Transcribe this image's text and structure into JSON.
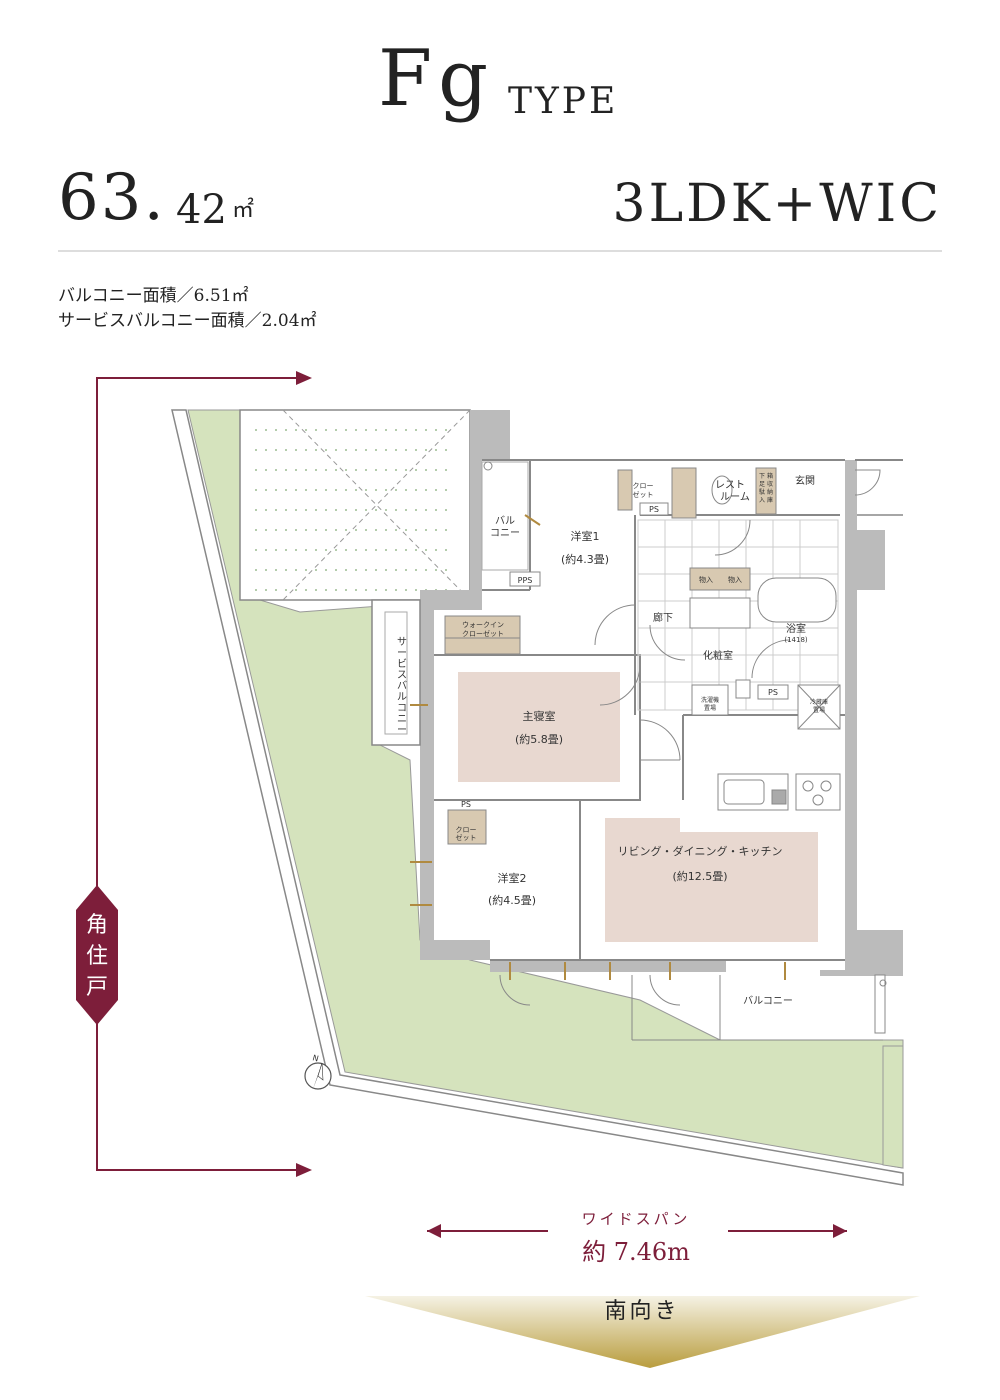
{
  "header": {
    "type_name": "Fg",
    "type_suffix": "TYPE",
    "area_integer": "63.",
    "area_decimal": "42",
    "area_unit": "㎡",
    "layout_type": "3LDK+WIC"
  },
  "areas": {
    "balcony": "バルコニー面積／6.51㎡",
    "service_balcony": "サービスバルコニー面積／2.04㎡"
  },
  "badge": {
    "corner": [
      "角",
      "住",
      "戸"
    ]
  },
  "rooms": {
    "balcony_small": [
      "バル",
      "コニー"
    ],
    "pps": "PPS",
    "ps": "PS",
    "western_1": "洋室1",
    "western_1_size": "(約4.3畳)",
    "closet_small": [
      "クロー",
      "ゼット"
    ],
    "restroom": [
      "レスト",
      "ルーム"
    ],
    "shoe_storage": [
      "下",
      "足",
      "駄",
      "入",
      "箱",
      "収",
      "納",
      "庫"
    ],
    "entrance": "玄関",
    "walk_in_closet": [
      "ウォークイン",
      "クローゼット"
    ],
    "storage_1": "物入",
    "storage_2": "物入",
    "hallway": "廊下",
    "bathroom": "浴室",
    "bathroom_size": "(1418)",
    "powder_room": "化粧室",
    "washer_space": [
      "洗濯機",
      "置場"
    ],
    "fridge_space": [
      "冷蔵庫",
      "置場"
    ],
    "master_bedroom": "主寝室",
    "master_bedroom_size": "(約5.8畳)",
    "service_balcony": [
      "サ",
      "ー",
      "ビ",
      "ス",
      "バ",
      "ル",
      "コ",
      "ニ",
      "ー"
    ],
    "closet_2": [
      "クロー",
      "ゼット"
    ],
    "western_2": "洋室2",
    "western_2_size": "(約4.5畳)",
    "ldk": "リビング・ダイニング・キッチン",
    "ldk_size": "(約12.5畳)",
    "balcony_main": "バルコニー"
  },
  "compass": {
    "north": "N"
  },
  "span": {
    "caption": "ワイドスパン",
    "value": "約 7.46m"
  },
  "orientation": {
    "label": "南向き"
  },
  "colors": {
    "accent": "#7d1e3a",
    "greenery": "#d5e3bd",
    "room_fill": "#e8d8d0",
    "wall": "#888888",
    "closet_fill": "#d8c9b1",
    "orientation_gradient_top": "#f4f0dd",
    "orientation_gradient_bottom": "#b79a38"
  }
}
